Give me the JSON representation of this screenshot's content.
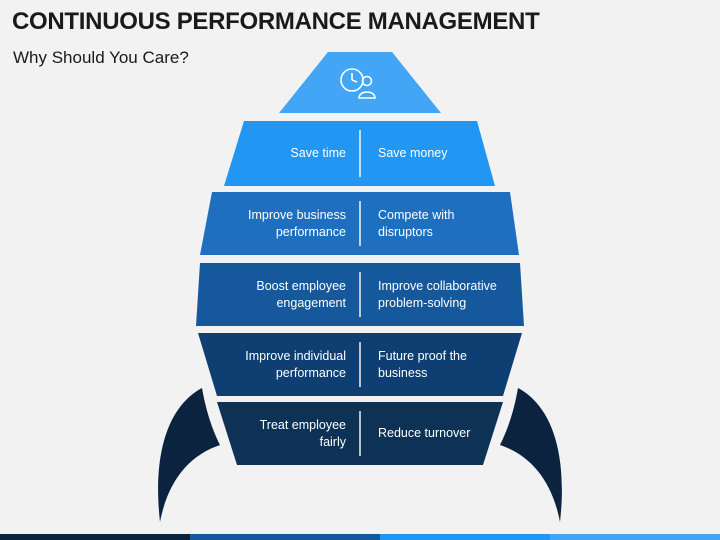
{
  "header": {
    "title": "CONTINUOUS PERFORMANCE MANAGEMENT",
    "subtitle": "Why Should You Care?"
  },
  "top_icon": {
    "icon": "clock-person-icon",
    "color": "#42a5f5"
  },
  "rows": [
    {
      "left": "Save time",
      "right": "Save money",
      "color": "#2196f3"
    },
    {
      "left": "Improve business performance",
      "right": "Compete with disruptors",
      "color": "#1e6fbf"
    },
    {
      "left": "Boost employee engagement",
      "right": "Improve collaborative problem-solving",
      "color": "#15599c"
    },
    {
      "left": "Improve individual performance",
      "right": "Future proof the business",
      "color": "#0f3f72"
    },
    {
      "left": "Treat employee fairly",
      "right": "Reduce turnover",
      "color": "#0d3255"
    }
  ],
  "colors": {
    "fins": "#0c2340",
    "divider": "#ffffff",
    "background": "#f2f2f2"
  }
}
